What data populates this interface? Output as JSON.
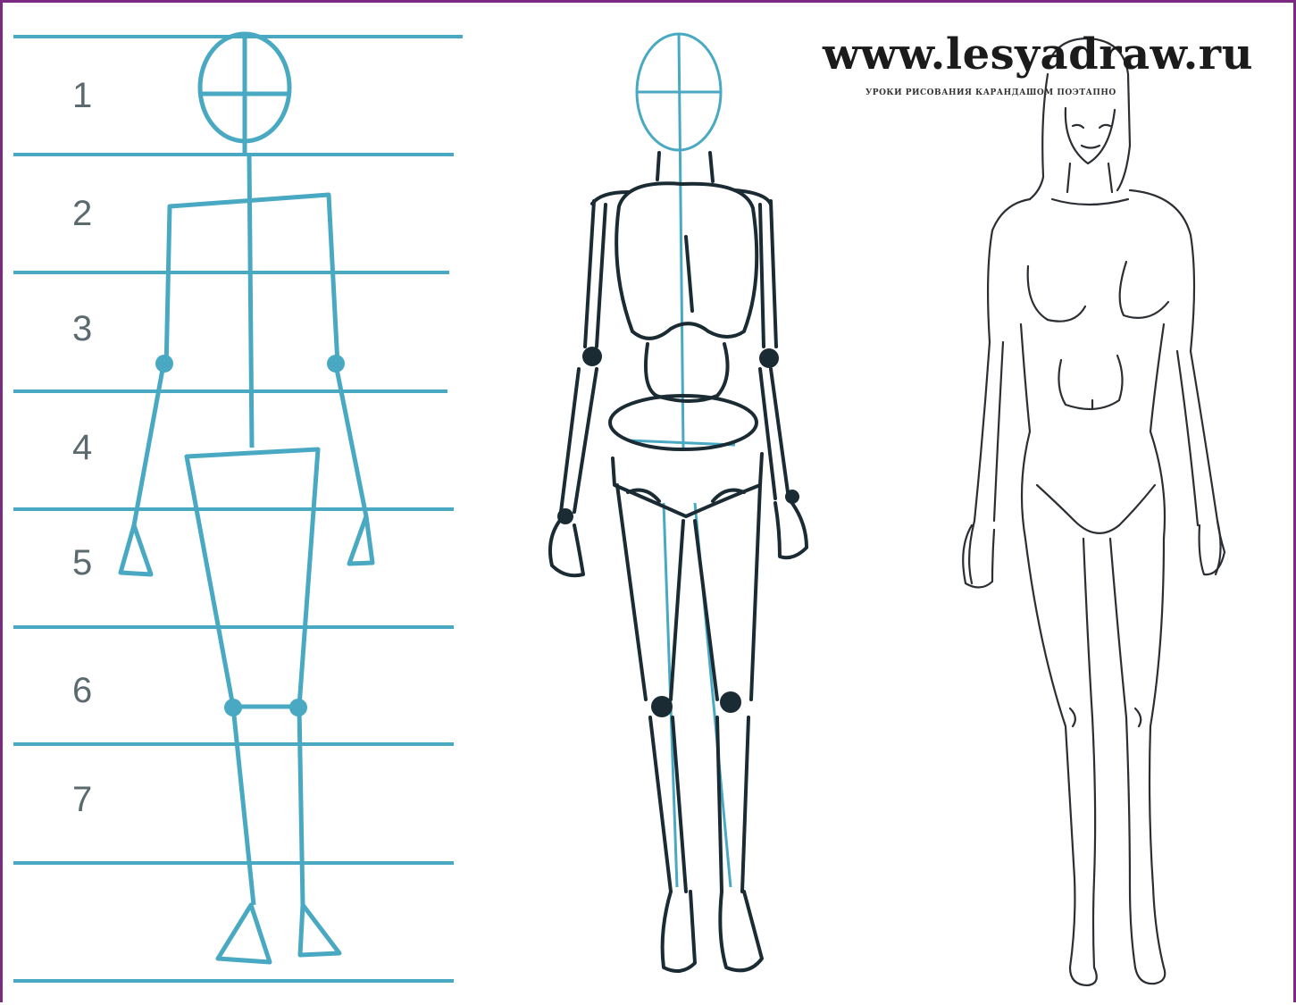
{
  "proportion_guide": {
    "row_labels": [
      "1",
      "2",
      "3",
      "4",
      "5",
      "6",
      "7"
    ]
  },
  "watermark": {
    "site": "www.lesyadraw.ru",
    "tagline": "УРОКИ РИСОВАНИЯ КАРАНДАШОМ ПОЭТАПНО"
  },
  "colors": {
    "guide_teal": "#49a9c3",
    "sketch_ink": "#1a2b33",
    "frame": "#7b2a82"
  },
  "figures": [
    "stick-figure-proportion-guide",
    "construction-mannequin",
    "finished-female-figure"
  ]
}
